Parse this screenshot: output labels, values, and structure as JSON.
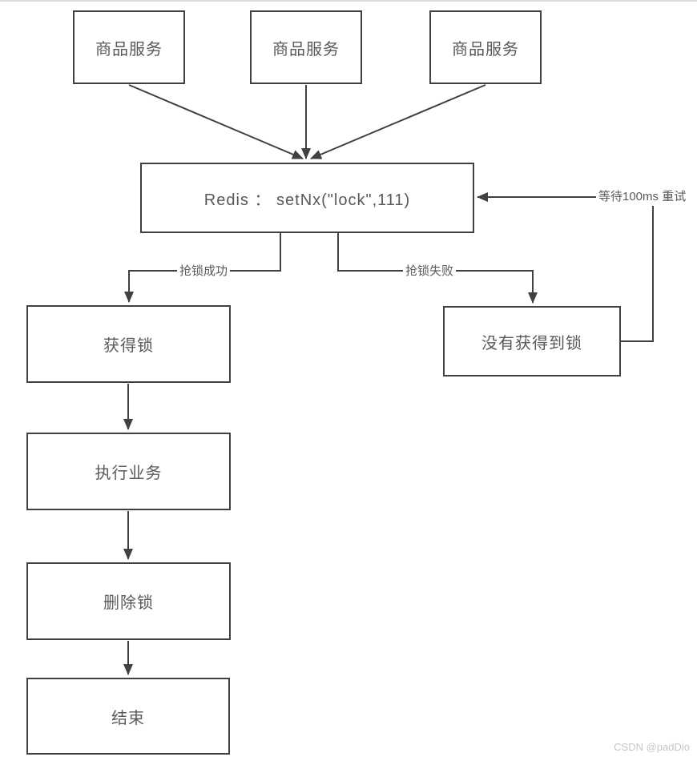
{
  "diagram": {
    "title_hint": "Redis setNx distributed lock flow",
    "nodes": {
      "product1": {
        "label": "商品服务"
      },
      "product2": {
        "label": "商品服务"
      },
      "product3": {
        "label": "商品服务"
      },
      "redis": {
        "label": "Redis ： setNx(\"lock\",111)"
      },
      "acquired": {
        "label": "获得锁"
      },
      "not_acquired": {
        "label": "没有获得到锁"
      },
      "execute": {
        "label": "执行业务"
      },
      "delete": {
        "label": "删除锁"
      },
      "end": {
        "label": "结束"
      }
    },
    "edge_labels": {
      "success": "抢锁成功",
      "fail": "抢锁失败",
      "retry": "等待100ms 重试"
    },
    "colors": {
      "line": "#404040",
      "node_border": "#404040",
      "node_text": "#595959",
      "top_border": "#d9d9d9",
      "watermark": "#c3c7cb"
    }
  },
  "watermark": {
    "text": "CSDN @padDio"
  }
}
